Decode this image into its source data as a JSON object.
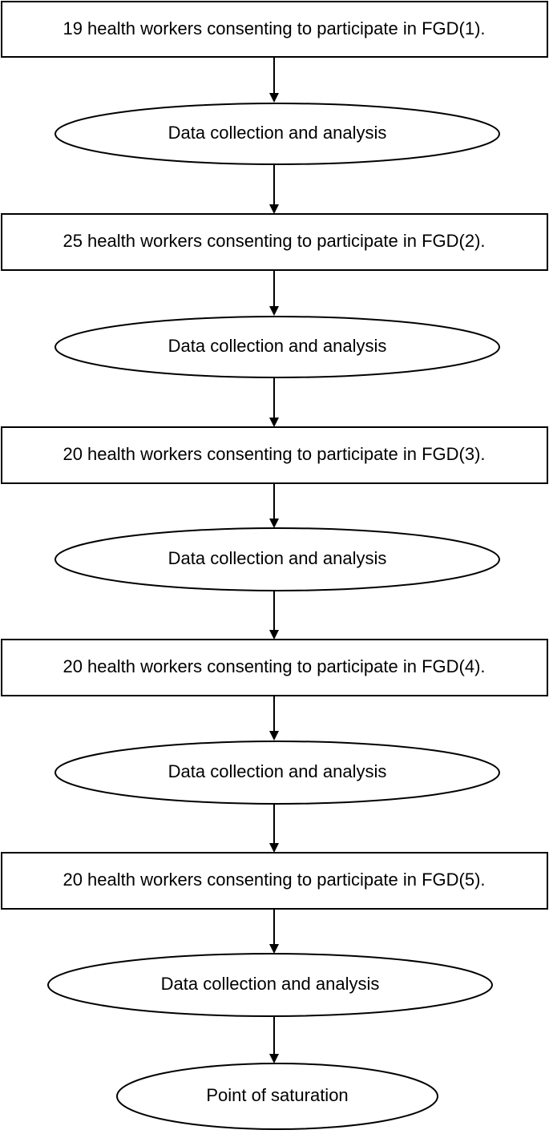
{
  "steps": [
    {
      "shape": "rect",
      "text": "19 health workers consenting to participate in FGD(1)."
    },
    {
      "shape": "ellipse",
      "text": "Data collection and analysis"
    },
    {
      "shape": "rect",
      "text": "25 health workers consenting to participate in FGD(2)."
    },
    {
      "shape": "ellipse",
      "text": "Data collection and analysis"
    },
    {
      "shape": "rect",
      "text": "20 health workers consenting to participate in FGD(3)."
    },
    {
      "shape": "ellipse",
      "text": "Data collection and analysis"
    },
    {
      "shape": "rect",
      "text": "20 health workers consenting to participate in FGD(4)."
    },
    {
      "shape": "ellipse",
      "text": "Data collection and analysis"
    },
    {
      "shape": "rect",
      "text": "20 health workers consenting to participate in FGD(5)."
    },
    {
      "shape": "ellipse",
      "text": "Data collection and analysis"
    },
    {
      "shape": "ellipse",
      "text": "Point of saturation"
    }
  ],
  "colors": {
    "stroke": "#000000",
    "background": "#ffffff",
    "text": "#000000"
  }
}
